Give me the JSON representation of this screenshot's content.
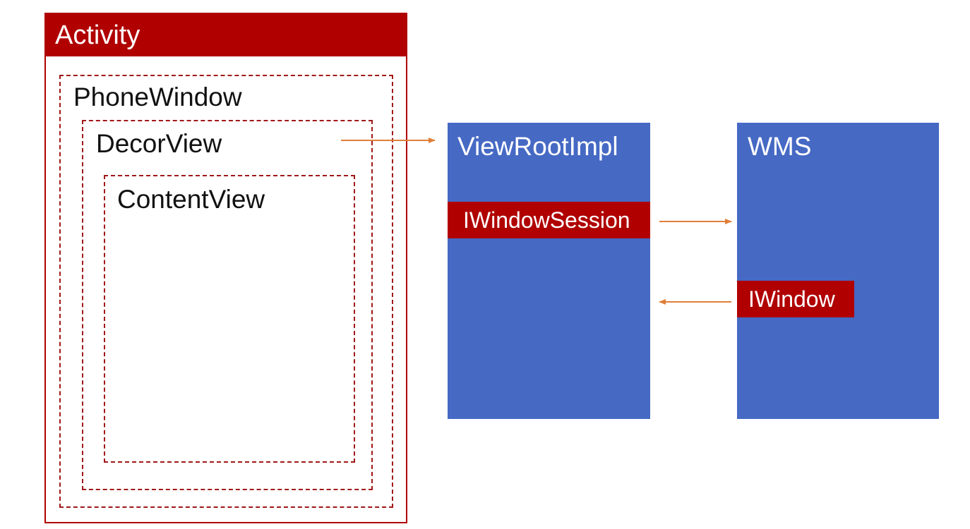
{
  "activity": {
    "title": "Activity"
  },
  "phone_window": {
    "label": "PhoneWindow"
  },
  "decor_view": {
    "label": "DecorView"
  },
  "content_view": {
    "label": "ContentView"
  },
  "view_root_impl": {
    "label": "ViewRootImpl",
    "session_label": "IWindowSession"
  },
  "wms": {
    "label": "WMS",
    "window_label": "IWindow"
  },
  "colors": {
    "red": "#b00000",
    "dashed_border": "#a01818",
    "blue": "#4669c4",
    "arrow": "#e07f3a"
  }
}
